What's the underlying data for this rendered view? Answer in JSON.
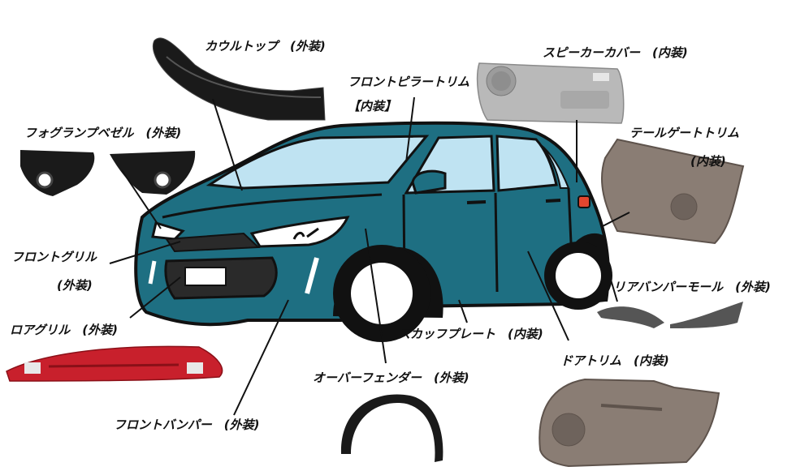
{
  "labels": {
    "cowl_top": "カウルトップ　(外装)",
    "front_pillar_trim_1": "フロントピラートリム",
    "front_pillar_trim_2": "【内装】",
    "speaker_cover": "スピーカーカバー　(内装)",
    "fog_lamp_bezel": "フォグランプベゼル　(外装)",
    "tailgate_trim_1": "テールゲートトリム",
    "tailgate_trim_2": "(内装)",
    "front_grille_1": "フロントグリル",
    "front_grille_2": "(外装)",
    "rear_bumper_molding": "リアバンパーモール　(外装)",
    "lower_grille": "ロアグリル　(外装)",
    "scuff_plate": "スカッフプレート　(内装)",
    "door_trim": "ドアトリム　(内装)",
    "over_fender": "オーバーフェンダー　(外装)",
    "front_bumper": "フロントバンパー　(外装)"
  },
  "colors": {
    "car_body": "#1e6f82",
    "car_outline": "#111111",
    "glass": "#bfe3f2",
    "tire": "#111111",
    "wheel": "#ffffff",
    "grille": "#2a2a2a",
    "interior_gray": "#b9b9b9",
    "trim_brown": "#8a7d74",
    "lower_grille_red": "#c8202c",
    "part_black": "#1a1a1a"
  },
  "icons": [
    "cowl-top-part",
    "speaker-cover-part",
    "fog-lamp-bezel-part",
    "tailgate-trim-part",
    "lower-grille-part",
    "rear-bumper-molding-part",
    "over-fender-part",
    "door-trim-part",
    "car-illustration"
  ]
}
